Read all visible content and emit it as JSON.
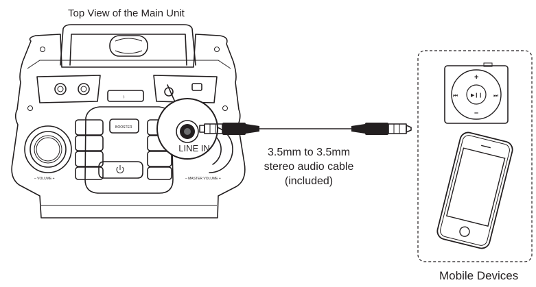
{
  "diagram": {
    "title": "Top View of the Main Unit",
    "line_in_label": "LINE IN",
    "cable_label_lines": [
      "3.5mm to 3.5mm",
      "stereo audio cable",
      "(included)"
    ],
    "mobile_devices_label": "Mobile Devices",
    "booster_button_text": "BOOSTER",
    "icons": [
      "power-icon",
      "play-pause-icon",
      "previous-icon",
      "next-icon",
      "plus-icon",
      "minus-icon",
      "home-button-icon"
    ]
  }
}
